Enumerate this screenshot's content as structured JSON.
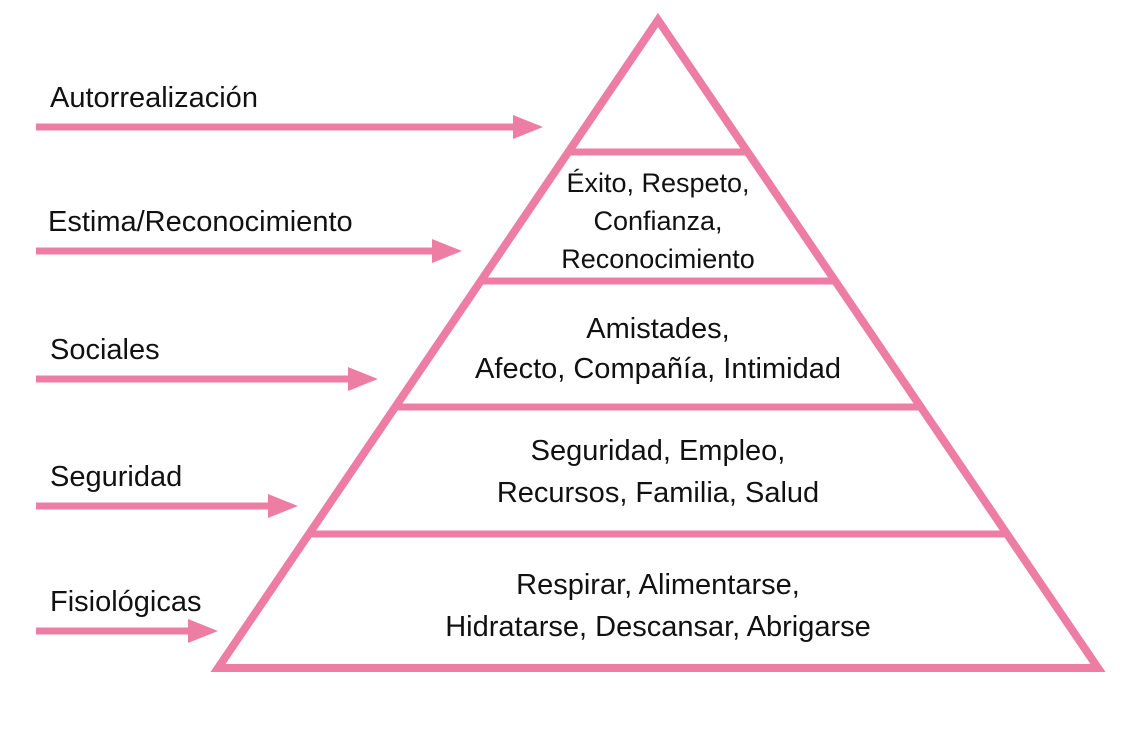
{
  "colors": {
    "accent": "#ed7da3",
    "text": "#111111"
  },
  "pyramid": {
    "levels": [
      {
        "name": "Autorrealización",
        "contents": ""
      },
      {
        "name": "Estima/Reconocimiento",
        "contents": "Éxito, Respeto,\nConfianza,\nReconocimiento"
      },
      {
        "name": "Sociales",
        "contents": "Amistades,\nAfecto, Compañía, Intimidad"
      },
      {
        "name": "Seguridad",
        "contents": "Seguridad, Empleo,\nRecursos, Familia, Salud"
      },
      {
        "name": "Fisiológicas",
        "contents": "Respirar, Alimentarse,\nHidratarse, Descansar, Abrigarse"
      }
    ]
  }
}
